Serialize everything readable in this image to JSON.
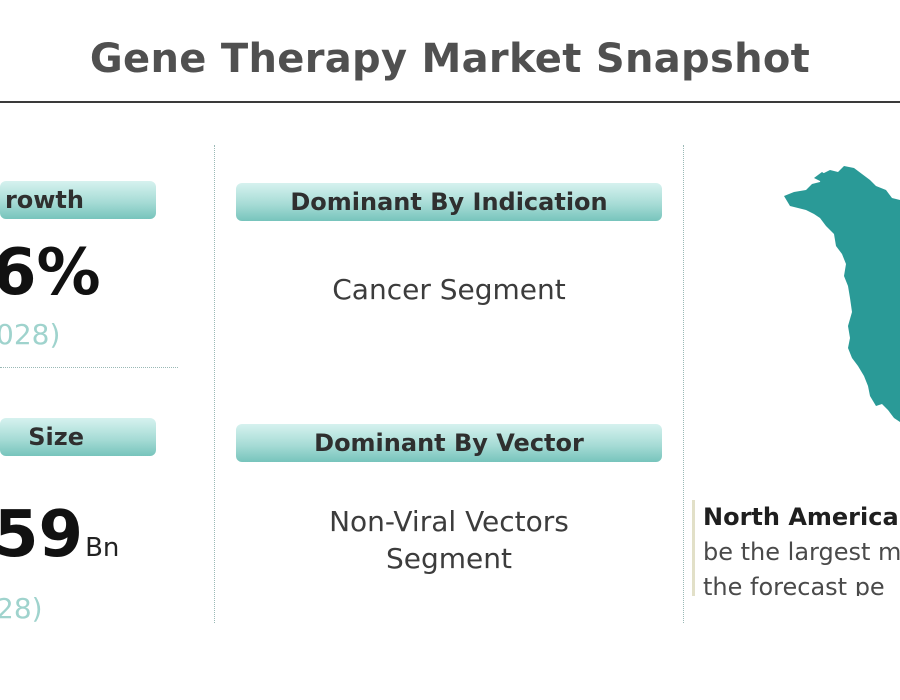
{
  "header": {
    "title": "Gene Therapy Market Snapshot"
  },
  "left": {
    "growth_pill": "rowth",
    "growth_value": "6%",
    "growth_period": "028)",
    "size_pill": "Size",
    "size_value": "59",
    "size_unit": "Bn",
    "size_period": "28)"
  },
  "middle": {
    "indication_pill": "Dominant By Indication",
    "indication_value": "Cancer Segment",
    "vector_pill": "Dominant By Vector",
    "vector_value_line1": "Non-Viral Vectors",
    "vector_value_line2": "Segment"
  },
  "right": {
    "map_icon": "north-america-map",
    "region": "North America",
    "callout_line2": "be the largest m",
    "callout_line3": "the forecast pe"
  },
  "colors": {
    "accent_teal": "#2a9a97",
    "pill_top": "#d6f2ef",
    "pill_bottom": "#77c4bc",
    "subtle_teal": "#9fd3cd"
  }
}
